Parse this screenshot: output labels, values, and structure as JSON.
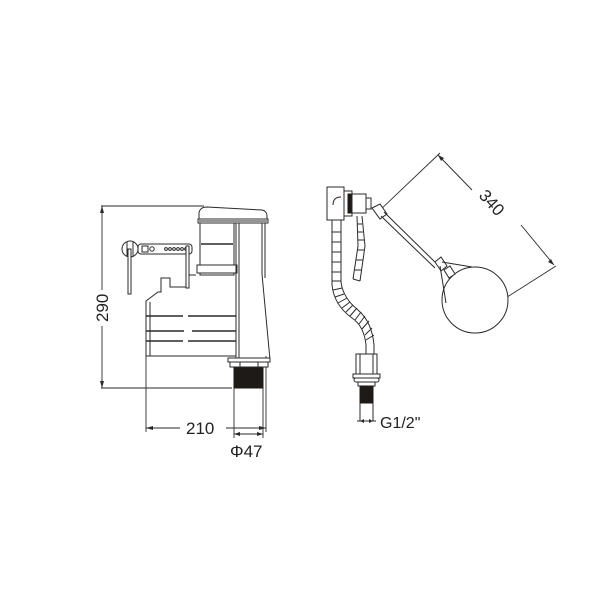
{
  "diagram": {
    "type": "technical-drawing",
    "subject": "Toilet cistern flush valve and float fill valve",
    "colors": {
      "line": "#2a2a2a",
      "thread_fill": "#1e1a18",
      "background": "#ffffff"
    }
  },
  "flush_valve": {
    "dimensions": {
      "height_label": "290",
      "width_label": "210",
      "outlet_diameter_label": "Φ47"
    }
  },
  "fill_valve": {
    "dimensions": {
      "float_arm_length_label": "340",
      "inlet_thread_label": "G1/2\""
    }
  }
}
